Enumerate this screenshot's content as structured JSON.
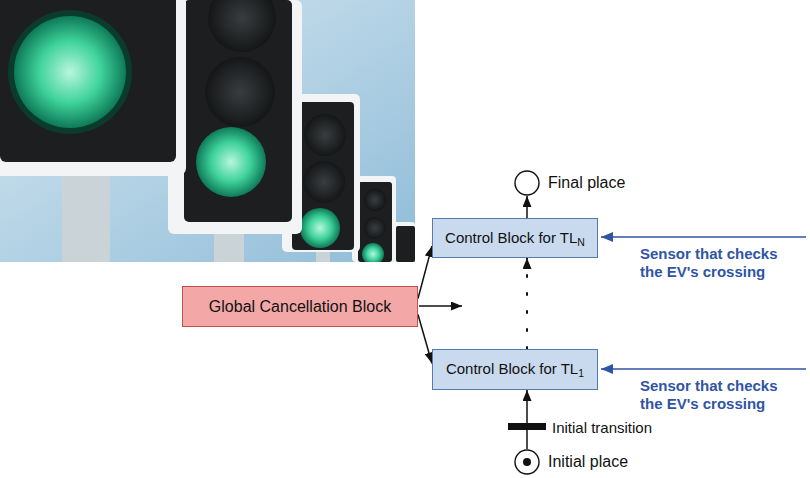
{
  "diagram": {
    "nodes": [
      {
        "text": [
          "Final place"
        ]
      },
      {
        "text": [
          "Control Block for TL",
          "N"
        ]
      },
      {
        "text": [
          "Global Cancellation Block"
        ]
      },
      {
        "text": [
          "Control Block for TL",
          "1"
        ]
      },
      {
        "text": [
          "Initial transition"
        ]
      },
      {
        "text": [
          "Initial place"
        ]
      }
    ],
    "edges": [
      {
        "from": 3,
        "to": 1,
        "arrow": "to"
      },
      {
        "from": 1,
        "to": 0,
        "arrow": "to"
      },
      {
        "from": 2,
        "to": 1,
        "arrow": "to"
      },
      {
        "from": 2,
        "to": 3,
        "arrow": "to"
      },
      {
        "from": 4,
        "to": 3,
        "arrow": "to"
      },
      {
        "from": 5,
        "to": 4,
        "arrow": "none"
      }
    ],
    "labels": [
      "Sensor that checks the EV's crossing",
      "Sensor that checks the EV's crossing"
    ]
  }
}
